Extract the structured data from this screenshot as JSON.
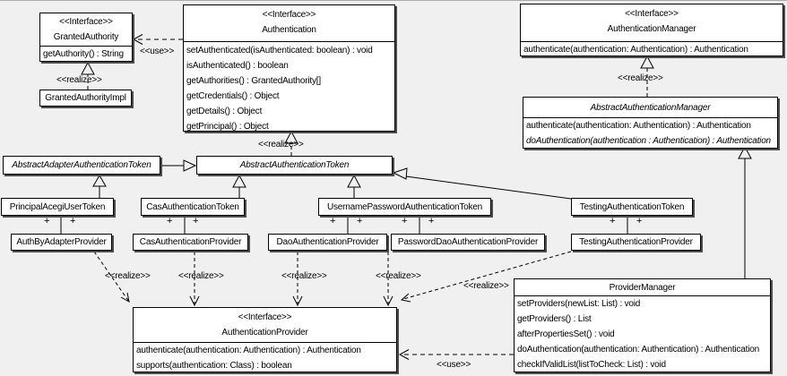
{
  "edge_labels": {
    "realize": "&lt;&lt;realize&gt;&gt;",
    "use": "&lt;&lt;use&gt;&gt;",
    "plus": "+"
  },
  "classes": {
    "grantedAuthority": {
      "stereotype": "<<Interface>>",
      "name": "GrantedAuthority",
      "methods": [
        "getAuthority() : String"
      ]
    },
    "grantedAuthorityImpl": {
      "name": "GrantedAuthorityImpl"
    },
    "authentication": {
      "stereotype": "<<Interface>>",
      "name": "Authentication",
      "methods": [
        "setAuthenticated(isAuthenticated: boolean) : void",
        "isAuthenticated() : boolean",
        "getAuthorities() : GrantedAuthority[]",
        "getCredentials() : Object",
        "getDetails() : Object",
        "getPrincipal() : Object"
      ]
    },
    "authenticationManager": {
      "stereotype": "<<Interface>>",
      "name": "AuthenticationManager",
      "methods": [
        "authenticate(authentication: Authentication) : Authentication"
      ]
    },
    "abstractAuthenticationManager": {
      "name": "AbstractAuthenticationManager",
      "methods": [
        "authenticate(authentication: Authentication) : Authentication",
        "doAuthentication(authentication : Authentication) : Authentication"
      ]
    },
    "abstractAdapterAuthenticationToken": {
      "name": "AbstractAdapterAuthenticationToken"
    },
    "abstractAuthenticationToken": {
      "name": "AbstractAuthenticationToken"
    },
    "principalAcegiUserToken": {
      "name": "PrincipalAcegiUserToken"
    },
    "casAuthenticationToken": {
      "name": "CasAuthenticationToken"
    },
    "usernamePasswordAuthenticationToken": {
      "name": "UsernamePasswordAuthenticationToken"
    },
    "testingAuthenticationToken": {
      "name": "TestingAuthenticationToken"
    },
    "authByAdapterProvider": {
      "name": "AuthByAdapterProvider"
    },
    "casAuthenticationProvider": {
      "name": "CasAuthenticationProvider"
    },
    "daoAuthenticationProvider": {
      "name": "DaoAuthenticationProvider"
    },
    "passwordDaoAuthenticationProvider": {
      "name": "PasswordDaoAuthenticationProvider"
    },
    "testingAuthenticationProvider": {
      "name": "TestingAuthenticationProvider"
    },
    "authenticationProvider": {
      "stereotype": "<<Interface>>",
      "name": "AuthenticationProvider",
      "methods": [
        "authenticate(authentication: Authentication) : Authentication",
        "supports(authentication: Class) : boolean"
      ]
    },
    "providerManager": {
      "name": "ProviderManager",
      "methods": [
        "setProviders(newList: List) : void",
        "getProviders() : List",
        "afterPropertiesSet() : void",
        "doAuthentication(authentication: Authentication) : Authentication",
        "checkIfValidList(listToCheck: List) : void"
      ]
    }
  }
}
